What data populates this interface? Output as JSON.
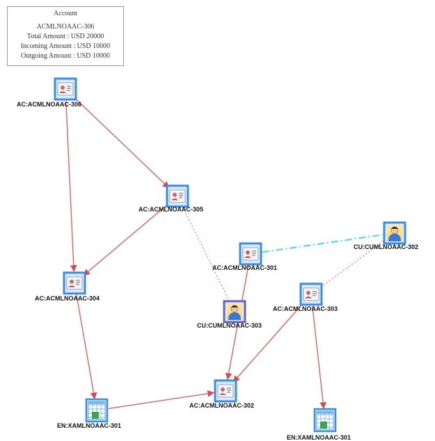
{
  "tooltip": {
    "title": "Account",
    "account_id": "ACMLNOAAC-306",
    "total_amount": "Total Amount : USD 20000",
    "incoming_amount": "Incoming Amount : USD 10000",
    "outgoing_amount": "Outgoing Amount : USD 10000"
  },
  "colors": {
    "transfer_edge": "#e06060",
    "ownership_edge": "#d070e0",
    "link_edge": "#40d8f0",
    "node_border": "#3a8ee0",
    "selected_node_border": "#6b5fc0"
  },
  "nodes": [
    {
      "id": "ac306",
      "label": "AC:ACMLNOAAC-306",
      "type": "account-icon"
    },
    {
      "id": "ac305",
      "label": "AC:ACMLNOAAC-305",
      "type": "account-icon"
    },
    {
      "id": "ac304",
      "label": "AC:ACMLNOAAC-304",
      "type": "account-icon"
    },
    {
      "id": "ac301",
      "label": "AC:ACMLNOAAC-301",
      "type": "account-icon"
    },
    {
      "id": "ac303",
      "label": "AC:ACMLNOAAC-303",
      "type": "account-icon"
    },
    {
      "id": "ac302",
      "label": "AC:ACMLNOAAC-302",
      "type": "account-icon"
    },
    {
      "id": "cu303",
      "label": "CU:CUMLNOAAC-303",
      "type": "customer-icon"
    },
    {
      "id": "cu302",
      "label": "CU:CUMLNOAAC-302",
      "type": "customer-icon"
    },
    {
      "id": "en301a",
      "label": "EN:XAMLNOAAC-301",
      "type": "entity-icon"
    },
    {
      "id": "en301b",
      "label": "EN:XAMLNOAAC-301",
      "type": "entity-icon"
    }
  ],
  "edges": [
    {
      "from": "ac306",
      "to": "ac304",
      "style": "transfer"
    },
    {
      "from": "ac306",
      "to": "ac305",
      "style": "transfer"
    },
    {
      "from": "ac305",
      "to": "ac304",
      "style": "transfer"
    },
    {
      "from": "ac304",
      "to": "en301a",
      "style": "transfer"
    },
    {
      "from": "en301a",
      "to": "ac302",
      "style": "transfer"
    },
    {
      "from": "ac301",
      "to": "ac302",
      "style": "transfer"
    },
    {
      "from": "ac303",
      "to": "ac302",
      "style": "transfer"
    },
    {
      "from": "ac303",
      "to": "en301b",
      "style": "transfer"
    },
    {
      "from": "ac305",
      "to": "cu303",
      "style": "ownership"
    },
    {
      "from": "ac303",
      "to": "cu302",
      "style": "ownership"
    },
    {
      "from": "ac301",
      "to": "cu302",
      "style": "link"
    }
  ]
}
